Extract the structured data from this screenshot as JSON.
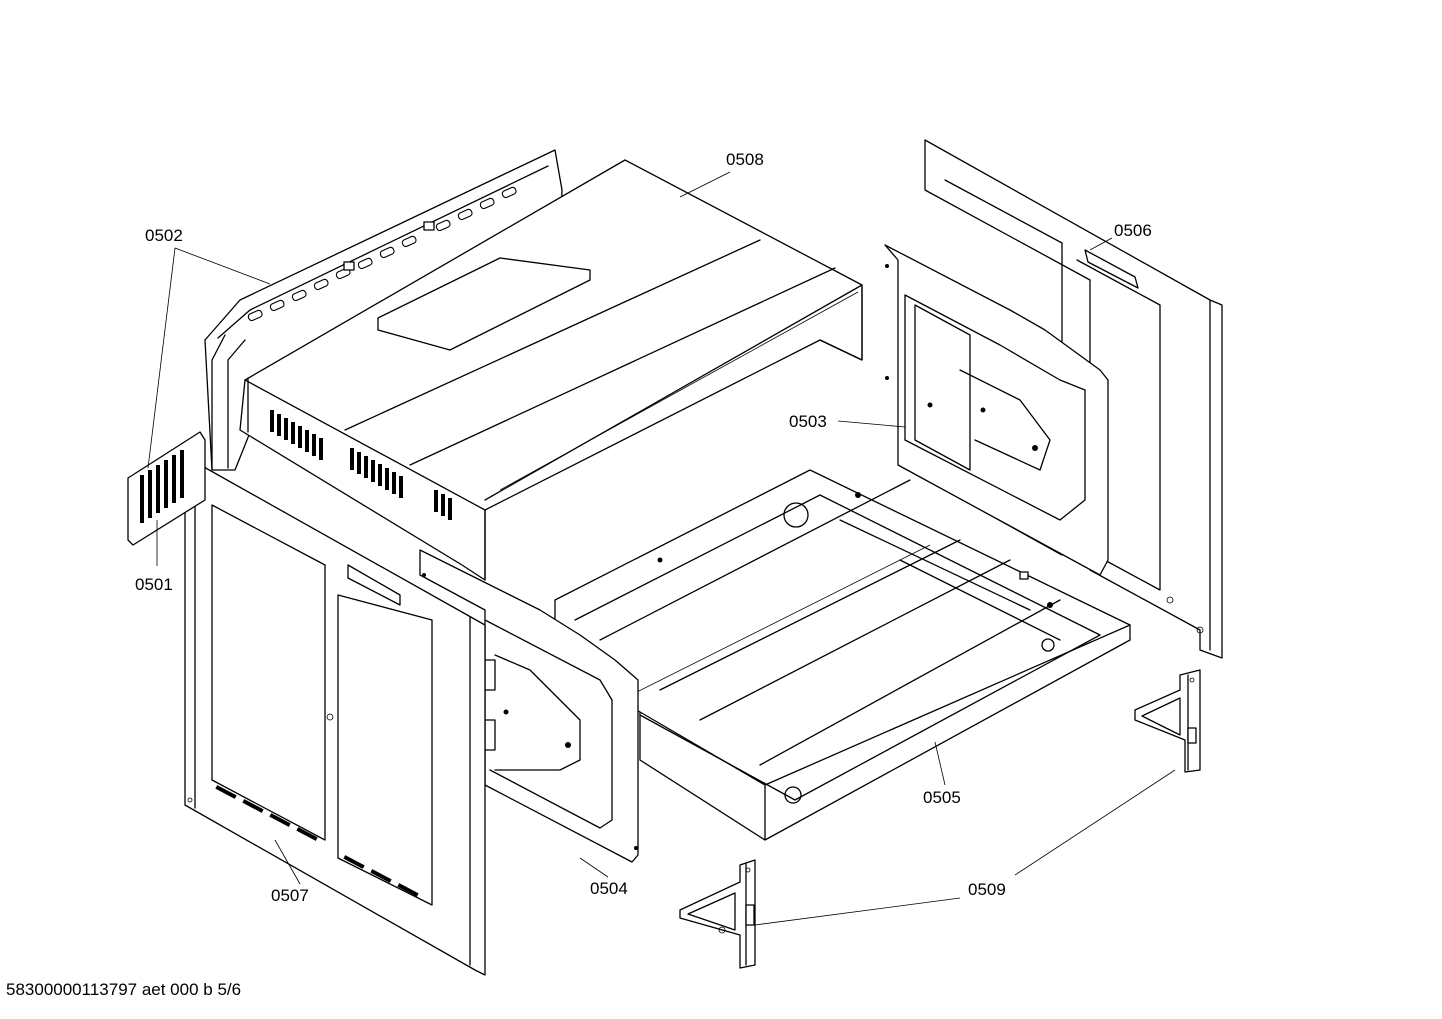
{
  "diagram": {
    "parts": [
      {
        "id": "p0501",
        "label": "0501"
      },
      {
        "id": "p0502",
        "label": "0502"
      },
      {
        "id": "p0503",
        "label": "0503"
      },
      {
        "id": "p0504",
        "label": "0504"
      },
      {
        "id": "p0505",
        "label": "0505"
      },
      {
        "id": "p0506",
        "label": "0506"
      },
      {
        "id": "p0507",
        "label": "0507"
      },
      {
        "id": "p0508",
        "label": "0508"
      },
      {
        "id": "p0509",
        "label": "0509"
      }
    ]
  },
  "footer": {
    "document_code": "58300000113797 aet 000 b 5/6"
  }
}
